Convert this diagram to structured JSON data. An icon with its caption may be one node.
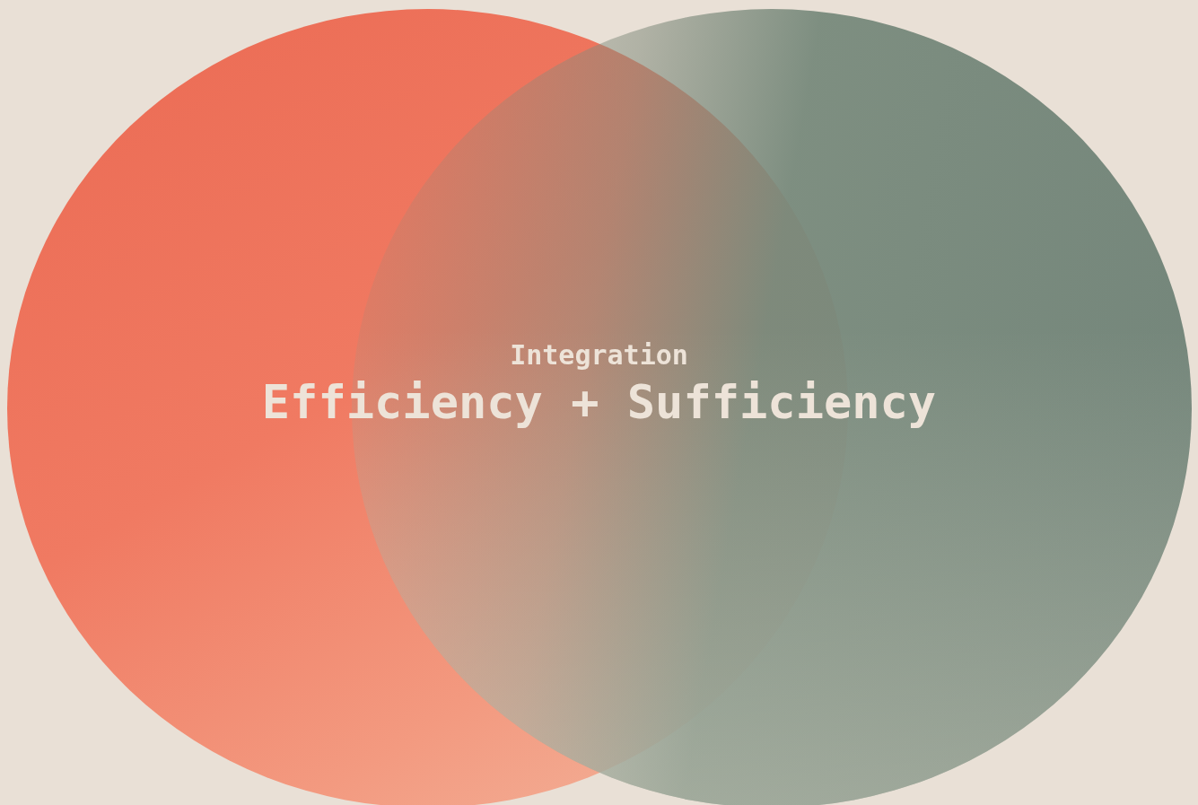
{
  "diagram": {
    "nodes": [
      {
        "text": [],
        "shape": "circle"
      },
      {
        "text": [],
        "shape": "circle"
      }
    ],
    "labels": [
      "Integration",
      "Efficiency + Sufficiency"
    ]
  }
}
